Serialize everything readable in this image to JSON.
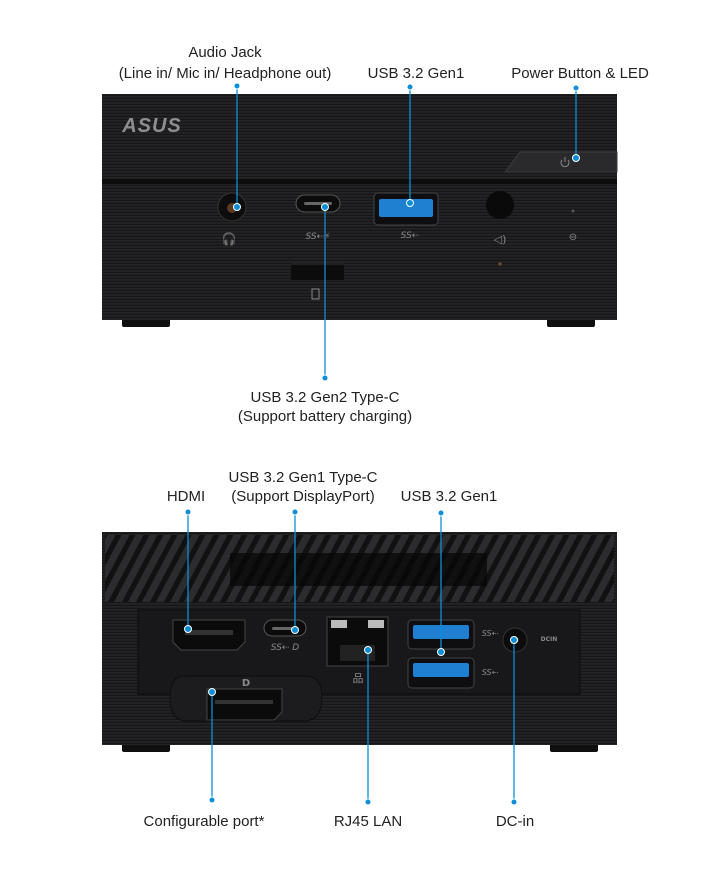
{
  "colors": {
    "callout": "#0a8fd6",
    "chassis": "#1b1b1d",
    "usb_blue": "#1f7fd0"
  },
  "front": {
    "brand": "ASUS",
    "labels": {
      "audio_title": "Audio Jack",
      "audio_sub": "(Line in/ Mic in/ Headphone out)",
      "usb_gen1": "USB 3.2 Gen1",
      "power": "Power Button & LED",
      "usbc_title": "USB 3.2 Gen2 Type-C",
      "usbc_sub": "(Support battery charging)"
    }
  },
  "back": {
    "labels": {
      "hdmi": "HDMI",
      "usbc_title": "USB 3.2 Gen1 Type-C",
      "usbc_sub": "(Support DisplayPort)",
      "usb_gen1": "USB 3.2 Gen1",
      "configurable": "Configurable port*",
      "rj45": "RJ45 LAN",
      "dcin": "DC-in"
    },
    "dcin_marking": "DCIN"
  },
  "icons": [
    "headset-icon",
    "ss-usb-charge-icon",
    "ss-usb-icon",
    "mic-icon",
    "storage-led-icon",
    "sd-card-icon",
    "power-icon",
    "displayport-icon",
    "network-icon"
  ]
}
